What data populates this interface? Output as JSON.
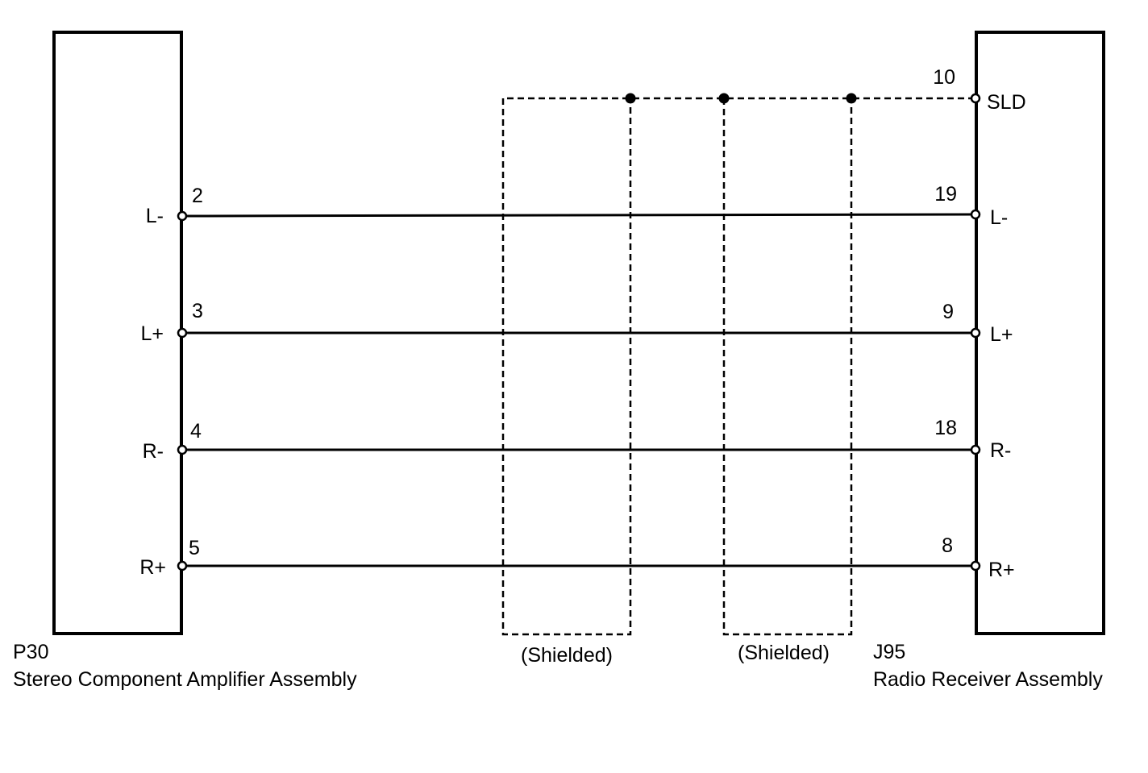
{
  "left_component": {
    "code": "P30",
    "name": "Stereo Component Amplifier Assembly"
  },
  "right_component": {
    "code": "J95",
    "name": "Radio Receiver Assembly"
  },
  "shield_connection": {
    "pin": "10",
    "label": "SLD"
  },
  "wires": [
    {
      "left_pin": "2",
      "left_label": "L-",
      "right_pin": "19",
      "right_label": "L-"
    },
    {
      "left_pin": "3",
      "left_label": "L+",
      "right_pin": "9",
      "right_label": "L+"
    },
    {
      "left_pin": "4",
      "left_label": "R-",
      "right_pin": "18",
      "right_label": "R-"
    },
    {
      "left_pin": "5",
      "left_label": "R+",
      "right_pin": "8",
      "right_label": "R+"
    }
  ],
  "shield_labels": [
    "(Shielded)",
    "(Shielded)"
  ]
}
